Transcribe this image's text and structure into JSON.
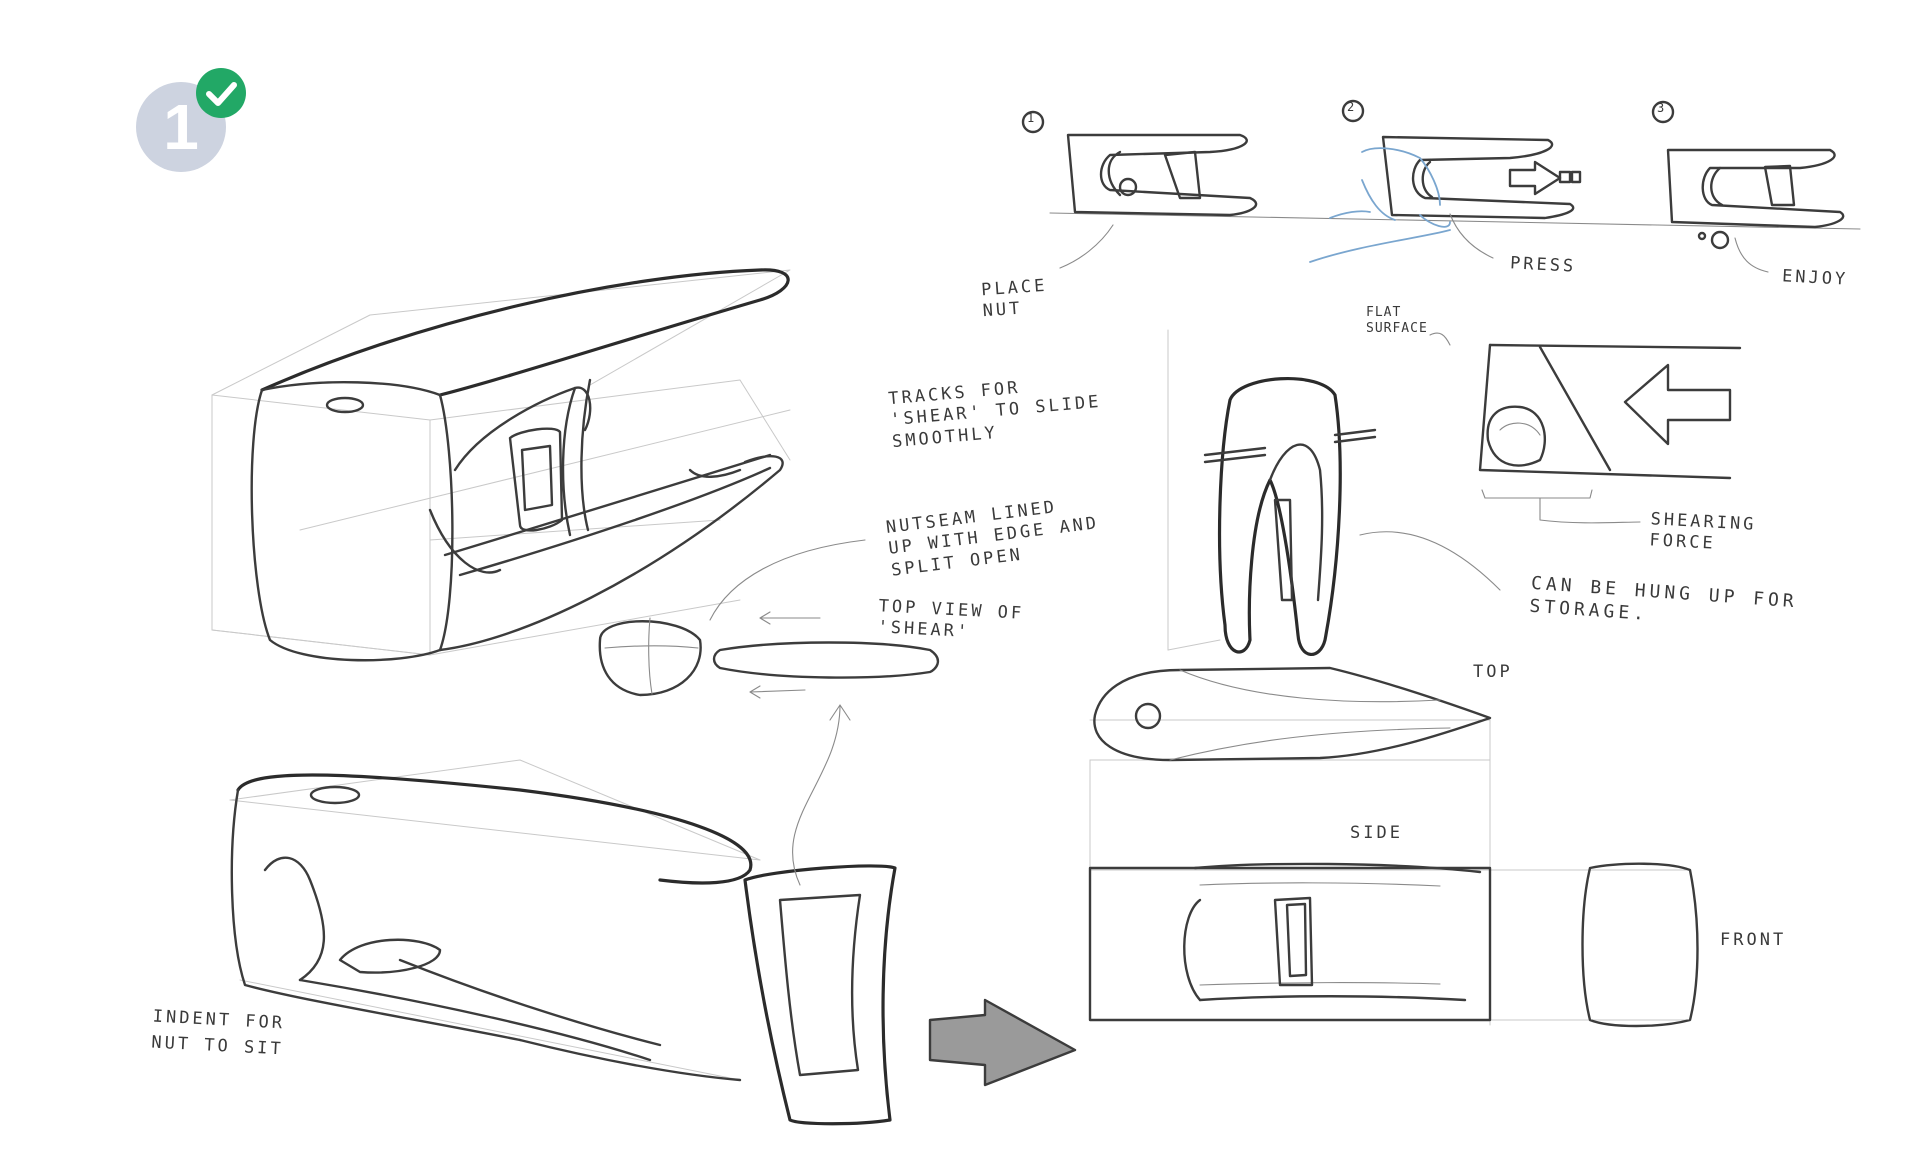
{
  "badge": {
    "number": "1",
    "color": "#cdd3e0",
    "check_color": "#22a866",
    "check_icon": "check-icon"
  },
  "steps": [
    {
      "number": "1",
      "caption": "PLACE\nNUT"
    },
    {
      "number": "2",
      "caption": "PRESS"
    },
    {
      "number": "3",
      "caption": "ENJOY"
    }
  ],
  "annotations": {
    "tracks": "TRACKS FOR\n'SHEAR' TO SLIDE\nSMOOTHLY",
    "nutseam": "NUTSEAM LINED\nUP WITH EDGE AND\nSPLIT OPEN",
    "top_view": "TOP VIEW OF\n'SHEAR'",
    "indent": "INDENT FOR\nNUT TO SIT",
    "flat_surface": "FLAT\nSURFACE",
    "shearing_force": "SHEARING\nFORCE",
    "hung_up": "CAN BE HUNG UP FOR\nSTORAGE.",
    "top": "TOP",
    "side": "SIDE",
    "front": "FRONT"
  },
  "colors": {
    "pencil": "#3c3c3c",
    "hand_sketch": "#7aa6cf"
  }
}
